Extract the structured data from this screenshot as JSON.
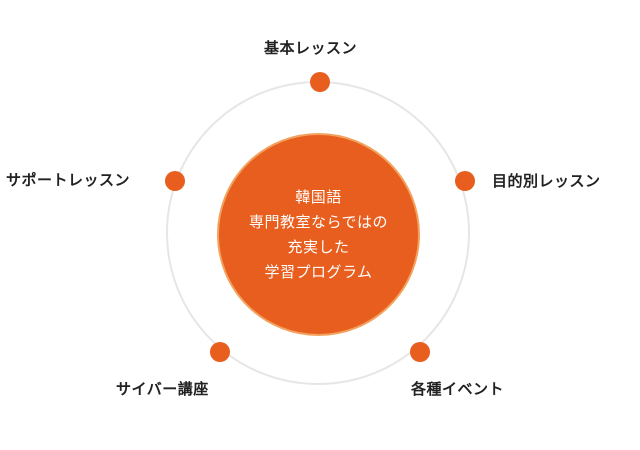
{
  "center": {
    "lines": [
      "韓国語",
      "専門教室ならではの",
      "充実した",
      "学習プログラム"
    ]
  },
  "items": [
    {
      "label": "基本レッスン"
    },
    {
      "label": "目的別レッスン"
    },
    {
      "label": "各種イベント"
    },
    {
      "label": "サイバー講座"
    },
    {
      "label": "サポートレッスン"
    }
  ],
  "colors": {
    "accent": "#e85e1e",
    "center_border": "#f2a25e",
    "ring": "#e6e6e6",
    "label_text": "#222222",
    "center_text": "#ffffff"
  }
}
